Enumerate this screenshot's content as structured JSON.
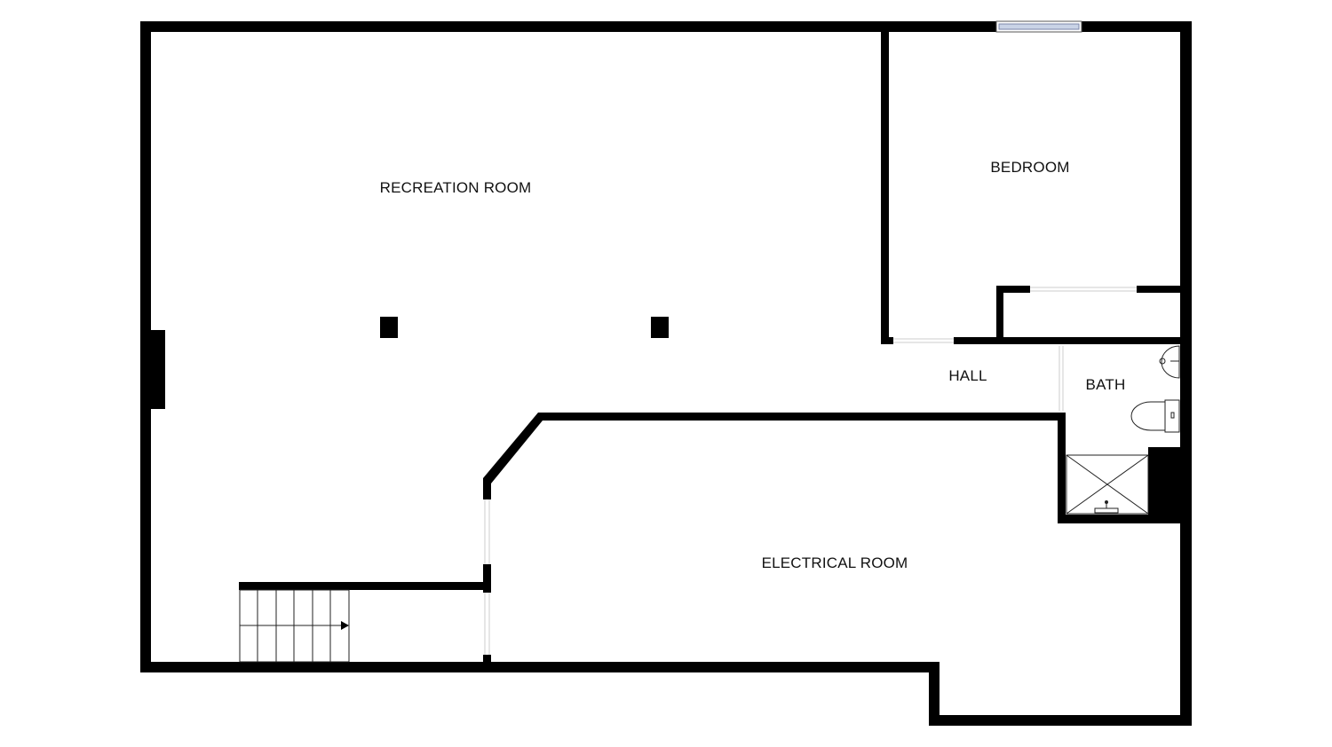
{
  "floor_plan": {
    "rooms": [
      {
        "id": "recreation-room",
        "label": "RECREATION ROOM"
      },
      {
        "id": "bedroom",
        "label": "BEDROOM"
      },
      {
        "id": "hall",
        "label": "HALL"
      },
      {
        "id": "bath",
        "label": "BATH"
      },
      {
        "id": "electrical-room",
        "label": "ELECTRICAL ROOM"
      }
    ],
    "colors": {
      "wall": "#000000",
      "background": "#ffffff",
      "window": "#c9d3e6",
      "fixture_stroke": "#222222"
    },
    "icons": [
      "stairs-icon",
      "sink-icon",
      "toilet-icon",
      "shower-icon",
      "window-icon",
      "door-opening-icon",
      "column-icon"
    ]
  }
}
